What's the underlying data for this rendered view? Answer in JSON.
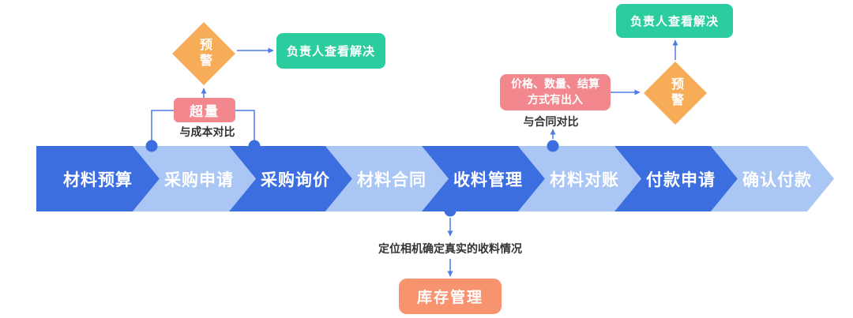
{
  "flow": {
    "steps": [
      {
        "label": "材料预算"
      },
      {
        "label": "采购申请"
      },
      {
        "label": "采购询价"
      },
      {
        "label": "材料合同"
      },
      {
        "label": "收料管理"
      },
      {
        "label": "材料对账"
      },
      {
        "label": "付款申请"
      },
      {
        "label": "确认付款"
      }
    ]
  },
  "cost_branch": {
    "trigger_label": "超量",
    "note": "与成本对比",
    "alert_label": "预警",
    "resolve_label": "负责人查看解决"
  },
  "contract_branch": {
    "trigger_label": "价格、数量、结算\n方式有出入",
    "note": "与合同对比",
    "alert_label": "预警",
    "resolve_label": "负责人查看解决"
  },
  "receipt_branch": {
    "note": "定位相机确定真实的收料情况",
    "target_label": "库存管理"
  },
  "colors": {
    "step_dark": "#3D6EE0",
    "step_light": "#A9C6F5",
    "alert_pink": "#F2888D",
    "warning_orange": "#F7AC57",
    "resolve_green": "#2BCD9E",
    "inventory_salmon": "#F8936F",
    "connector_blue": "#4D7CE8",
    "note_text": "#333333"
  }
}
